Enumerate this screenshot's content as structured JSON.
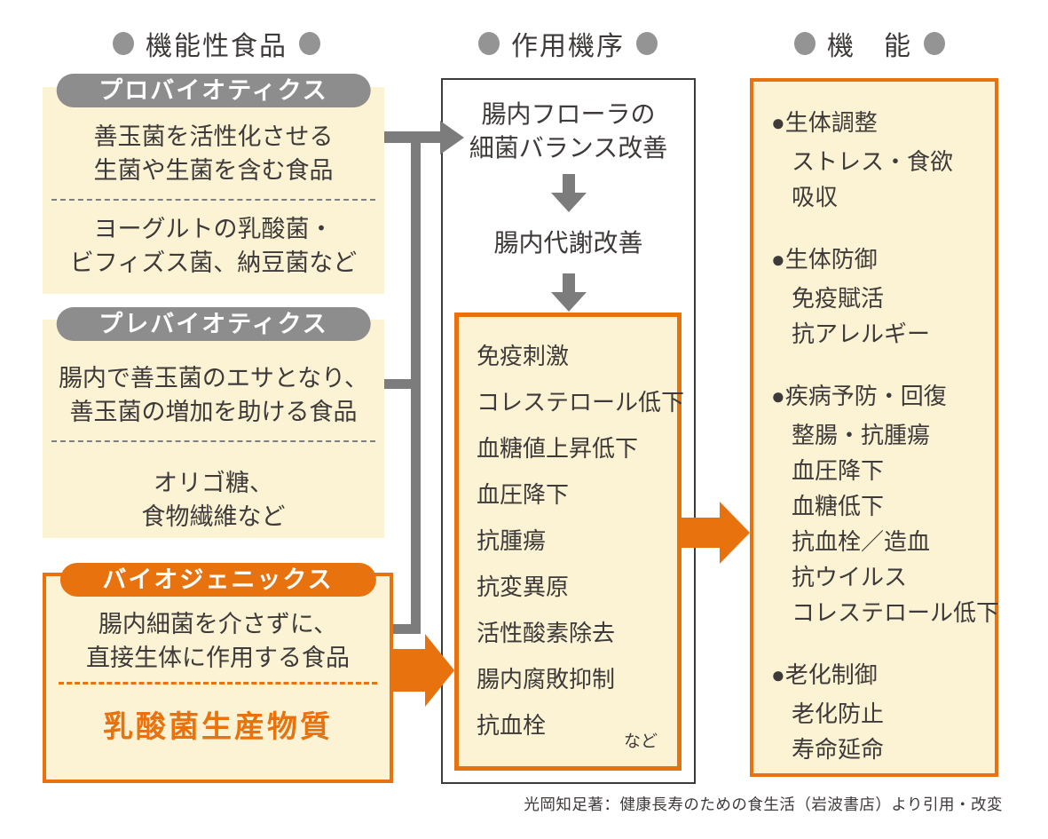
{
  "headers": {
    "left": "機能性食品",
    "center": "作用機序",
    "right": "機　能"
  },
  "food_column": {
    "boxes": [
      {
        "badge": "プロバイオティクス",
        "desc1": "善玉菌を活性化させる",
        "desc2": "生菌や生菌を含む食品",
        "example1": "ヨーグルトの乳酸菌・",
        "example2": "ビフィズス菌、納豆菌など"
      },
      {
        "badge": "プレバイオティクス",
        "desc1": "腸内で善玉菌のエサとなり、",
        "desc2": "善玉菌の増加を助ける食品",
        "example1": "オリゴ糖、",
        "example2": "食物繊維など"
      },
      {
        "badge": "バイオジェニックス",
        "desc1": "腸内細菌を介さずに、",
        "desc2": "直接生体に作用する食品",
        "highlight": "乳酸菌生産物質"
      }
    ]
  },
  "mechanism": {
    "step1_line1": "腸内フローラの",
    "step1_line2": "細菌バランス改善",
    "step2": "腸内代謝改善",
    "effects": [
      "免疫刺激",
      "コレステロール低下",
      "血糖値上昇低下",
      "血圧降下",
      "抗腫瘍",
      "抗変異原",
      "活性酸素除去",
      "腸内腐敗抑制",
      "抗血栓"
    ],
    "etc_label": "など"
  },
  "functions": {
    "sections": [
      {
        "title": "●生体調整",
        "items": [
          "ストレス・食欲",
          "吸収"
        ]
      },
      {
        "title": "●生体防御",
        "items": [
          "免疫賦活",
          "抗アレルギー"
        ]
      },
      {
        "title": "●疾病予防・回復",
        "items": [
          "整腸・抗腫瘍",
          "血圧降下",
          "血糖低下",
          "抗血栓／造血",
          "抗ウイルス",
          "コレステロール低下"
        ]
      },
      {
        "title": "●老化制御",
        "items": [
          "老化防止",
          "寿命延命"
        ]
      }
    ]
  },
  "caption": "光岡知足著：健康長寿のための食生活（岩波書店）より引用・改変",
  "colors": {
    "orange": "#e8720d",
    "cream": "#fcf3d4",
    "gray": "#8d8d8d",
    "arrow_gray": "#7c7c7c",
    "text": "#3e3a39"
  }
}
